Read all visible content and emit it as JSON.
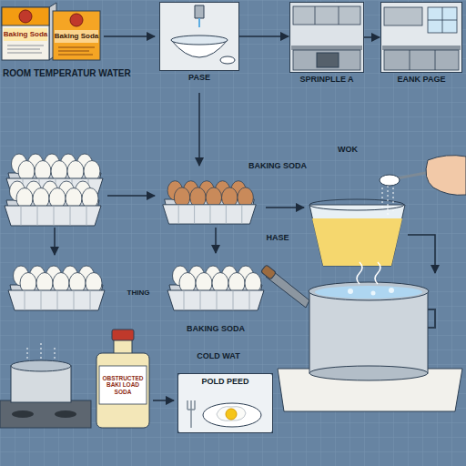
{
  "diagram": {
    "nodes": [
      {
        "text": [
          "PASE"
        ]
      },
      {
        "text": [
          "SPRINPLLE A"
        ]
      },
      {
        "text": [
          "EANK PAGE"
        ]
      },
      {
        "text": [
          "POLD PEED"
        ]
      }
    ],
    "edges": [
      {
        "from": 0,
        "to": 1,
        "arrow": "to"
      },
      {
        "from": 1,
        "to": 2,
        "arrow": "to"
      }
    ],
    "labels": [
      "Baking Soda",
      "Baking Soda",
      "ROOM TEMPERATUR WATER",
      "BAKING SODA",
      "WOK",
      "HASE",
      "THING",
      "BAKING SODA",
      "COLD WAT",
      "OBSTRUCTED BAKI LOAD SODA"
    ]
  }
}
